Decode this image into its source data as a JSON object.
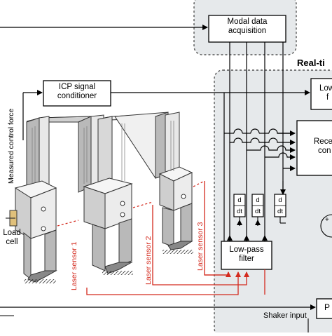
{
  "blocks": {
    "modal": {
      "line1": "Modal data",
      "line2": "acquisition"
    },
    "icp": {
      "line1": "ICP signal",
      "line2": "conditioner"
    },
    "lowpass_left": {
      "line1": "Low-pass",
      "line2": "filter"
    },
    "lowpass_right": {
      "line1": "Low",
      "line2": "f"
    },
    "receiver": {
      "line1": "Rece",
      "line2": "con"
    },
    "power": {
      "line1": "P"
    }
  },
  "derivative_label": {
    "top": "d",
    "bottom": "dt"
  },
  "realtime_title": "Real-ti",
  "labels": {
    "measured_force": "Measured control force",
    "load_cell_1": "Load",
    "load_cell_2": "cell",
    "shaker_input": "Shaker input",
    "plus_fragment": "+"
  },
  "laser_sensors": [
    "Laser sensor 1",
    "Laser sensor 2",
    "Laser sensor 3"
  ],
  "colors": {
    "laser": "#d42a1e",
    "dashed_box_bg": "#e6e9eb",
    "frame_fill": "#d0d0d0",
    "frame_dark": "#8a8a8a",
    "frame_light": "#f2f2f2"
  }
}
